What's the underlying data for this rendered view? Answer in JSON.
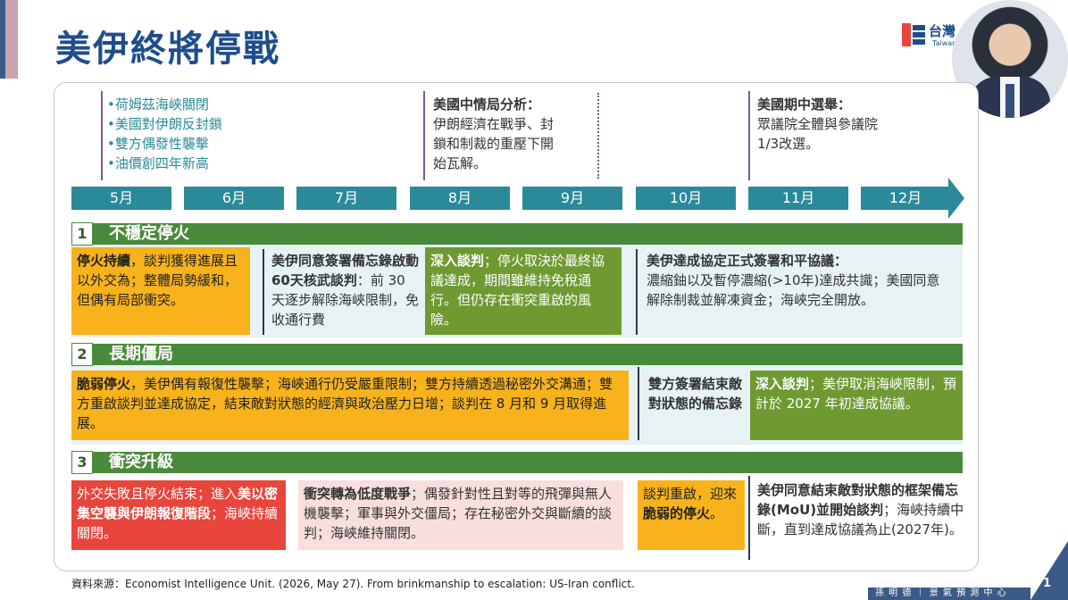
{
  "header": {
    "title": "美伊終將停戰"
  },
  "logo": {
    "text": "台灣",
    "sub": "Taiwan"
  },
  "top_notes": {
    "col1": [
      "•荷姆茲海峽關閉",
      "•美國對伊朗反封鎖",
      "•雙方偶發性襲擊",
      "•油價創四年新高"
    ],
    "col2_title": "美國中情局分析：",
    "col2_lines": [
      "伊朗經濟在戰爭、封",
      "鎖和制裁的重壓下開",
      "始瓦解。"
    ],
    "col3_title": "美國期中選舉：",
    "col3_lines": [
      "眾議院全體與參議院",
      "1/3改選。"
    ]
  },
  "timeline": {
    "months": [
      "5月",
      "6月",
      "7月",
      "8月",
      "9月",
      "10月",
      "11月",
      "12月"
    ]
  },
  "sections": [
    {
      "num": "1",
      "label": "不穩定停火"
    },
    {
      "num": "2",
      "label": "長期僵局"
    },
    {
      "num": "3",
      "label": "衝突升級"
    }
  ],
  "s1": {
    "a_bold": "停火持續",
    "a_text": "，談判獲得進展且以外交為；整體局勢緩和，但偶有局部衝突。",
    "b_bold": "美伊同意簽署備忘錄啟動60天核武談判",
    "b_text": "：前 30 天逐步解除海峽限制，免收通行費",
    "c_bold": "深入談判",
    "c_text": "；停火取決於最終協議達成，期間雖維持免稅通行。但仍存在衝突重啟的風險。",
    "d_bold": "美伊達成協定正式簽署和平協議：",
    "d_text": "濃縮鈾以及暫停濃縮(>10年)達成共識；美國同意解除制裁並解凍資金；海峽完全開放。"
  },
  "s2": {
    "a_bold": "脆弱停火",
    "a_text": "，美伊偶有報復性襲擊；海峽通行仍受嚴重限制；雙方持續透過秘密外交溝通；雙方重啟談判並達成協定，結束敵對狀態的經濟與政治壓力日增；談判在 8 月和 9 月取得進展。",
    "b_bold": "雙方簽署結束敵對狀態的備忘錄",
    "c_bold": "深入談判",
    "c_text": "；美伊取消海峽限制，預計於 2027 年初達成協議。"
  },
  "s3": {
    "a_text1": "外交失敗且停火結束；進入",
    "a_bold": "美以密集空襲與伊朗報復階段",
    "a_text2": "；海峽持續關閉。",
    "b_bold": "衝突轉為低度戰爭",
    "b_text": "；偶發針對性且對等的飛彈與無人機襲擊；軍事與外交僵局；存在秘密外交與斷續的談判；海峽維持關閉。",
    "c_text1": "談判重啟，迎來",
    "c_bold": "脆弱的停火",
    "c_text2": "。",
    "d_bold": "美伊同意結束敵對狀態的框架備忘錄(MoU)並開始談判",
    "d_text": "；海峽持續中斷，直到達成協議為止(2027年)。"
  },
  "footer": {
    "source": "資料來源：Economist Intelligence Unit. (2026, May 27). From brinkmanship to escalation: US-Iran conflict.",
    "presenter": "孫 明 德 ｜ 景 氣 預 測 中 心",
    "page": "1"
  },
  "colors": {
    "title": "#1f4d8c",
    "teal": "#2a8a9a",
    "section_green": "#4a8a3c",
    "yellow": "#f7b21c",
    "green": "#6f9a32",
    "red": "#e8453c"
  }
}
